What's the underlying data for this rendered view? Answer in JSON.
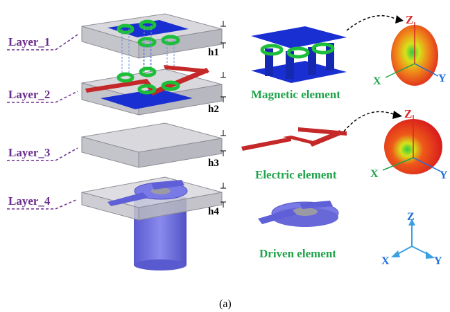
{
  "layers": [
    "Layer_1",
    "Layer_2",
    "Layer_3",
    "Layer_4"
  ],
  "heights": [
    "h1",
    "h2",
    "h3",
    "h4"
  ],
  "elements": {
    "magnetic": "Magnetic element",
    "electric": "Electric element",
    "driven": "Driven element"
  },
  "pattern_axes": {
    "magnetic": {
      "z": "Z",
      "x": "X",
      "y": "Y"
    },
    "electric": {
      "z": "Z",
      "x": "X",
      "y": "Y"
    }
  },
  "coord_axes": {
    "z": "Z",
    "x": "X",
    "y": "Y"
  },
  "caption": "(a)",
  "colors": {
    "substrate": "#c9c9cf",
    "magnetic_patch": "#1a2fd1",
    "ring": "#1dbf3a",
    "electric_strip": "#c42828",
    "feed": "#6f6fe0",
    "layer_label": "#6a2c8e",
    "element_label": "#1fa34a",
    "axis_blue": "#1d6fd6"
  }
}
